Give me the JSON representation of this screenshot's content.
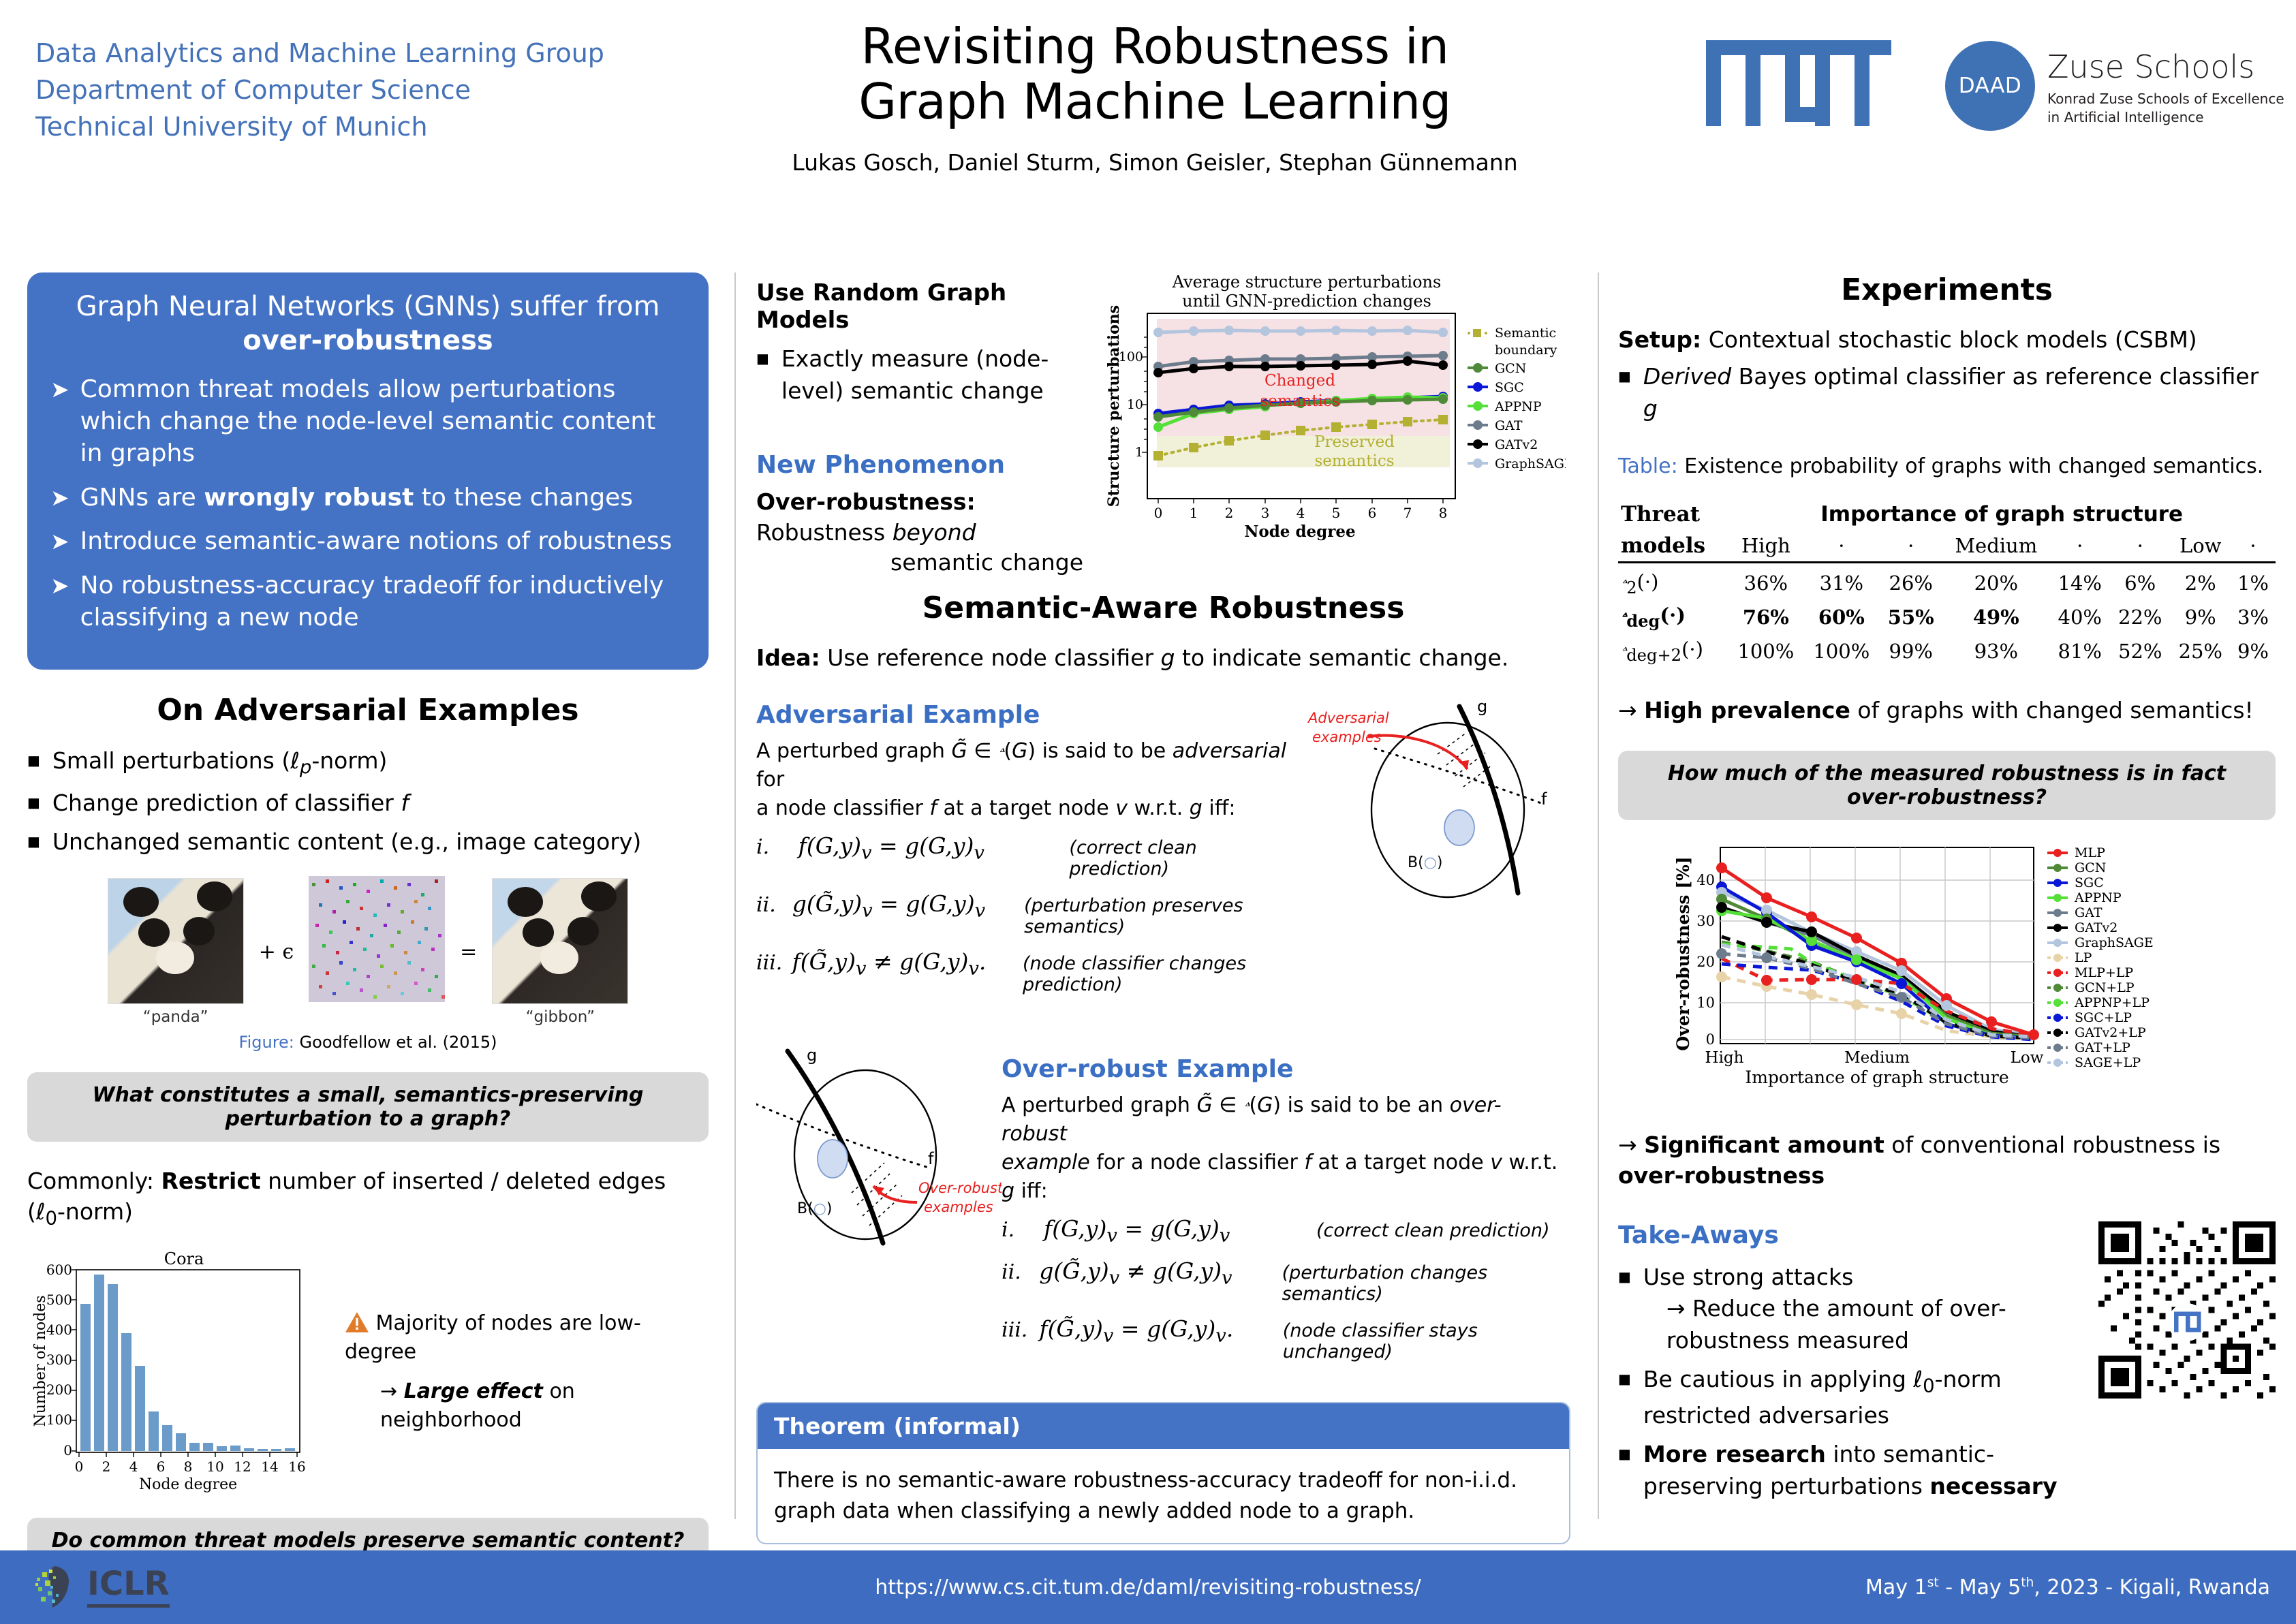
{
  "header": {
    "affiliation_lines": [
      "Data Analytics and Machine Learning Group",
      "Department of Computer Science",
      "Technical University of Munich"
    ],
    "title_line1": "Revisiting Robustness in",
    "title_line2": "Graph Machine Learning",
    "authors": "Lukas Gosch, Daniel Sturm, Simon Geisler, Stephan Günnemann",
    "tum_logo_alt": "TUM",
    "daad_label": "DAAD",
    "zuse_title": "Zuse Schools",
    "zuse_sub1": "Konrad Zuse Schools of Excellence",
    "zuse_sub2": "in Artificial Intelligence",
    "brand_blue": "#3e72b5"
  },
  "left": {
    "highlight": {
      "head_line1": "Graph Neural Networks (GNNs) suffer from",
      "head_emph": "over-robustness",
      "bullets": [
        {
          "pre": "Common threat models allow perturbations which change the node-level semantic content in graphs",
          "bold": "",
          "post": ""
        },
        {
          "pre": "GNNs are ",
          "bold": "wrongly robust",
          "post": " to these changes"
        },
        {
          "pre": "Introduce semantic-aware notions of robustness",
          "bold": "",
          "post": ""
        },
        {
          "pre": "No robustness-accuracy tradeoff for inductively classifying a new node",
          "bold": "",
          "post": ""
        }
      ],
      "bg_color": "#4472c4"
    },
    "section_title": "On Adversarial Examples",
    "adv_bullets": [
      "Small perturbations (ℓp-norm)",
      "Change prediction of classifier f",
      "Unchanged semantic content (e.g., image category)"
    ],
    "panda": {
      "label_left": "“panda”",
      "label_right": "“gibbon”",
      "op_plus": "+ ϵ",
      "op_eq": "=",
      "caption_label": "Figure:",
      "caption_text": " Goodfellow et al. (2015)"
    },
    "question_1": "What constitutes a small, semantics-preserving perturbation to a graph?",
    "restrict_pre": "Commonly: ",
    "restrict_bold": "Restrict",
    "restrict_post": " number of inserted / deleted edges (ℓ0-norm)",
    "warn_line1": "Majority of nodes are low-degree",
    "warn_line2_arrow": "→ ",
    "warn_line2_bold": "Large effect",
    "warn_line2_post": " on neighborhood",
    "question_2": "Do common threat models preserve semantic content?"
  },
  "mid": {
    "rgm_head": "Use Random Graph Models",
    "rgm_bullet": "Exactly measure (node-level) semantic change",
    "newphen_head": "New Phenomenon",
    "newphen_bold": "Over-robustness:",
    "newphen_rest": " Robustness ",
    "newphen_italic": "beyond",
    "newphen_tail": "semantic change",
    "section_title": "Semantic-Aware Robustness",
    "idea_bold": "Idea:",
    "idea_rest": " Use reference node classifier g to indicate semantic change.",
    "adv_head": "Adversarial Example",
    "adv_def_1": "A perturbed graph G̃ ∈ ℬ(G) is said to be adversarial for",
    "adv_def_2": "a node classifier f at a target node v w.r.t. g iff:",
    "adv_eqs": [
      {
        "n": "i.",
        "eq": "f(G,y)ᵥ = g(G,y)ᵥ",
        "note": "(correct clean prediction)"
      },
      {
        "n": "ii.",
        "eq": "g(G̃,y)ᵥ = g(G,y)ᵥ",
        "note": "(perturbation preserves semantics)"
      },
      {
        "n": "iii.",
        "eq": "f(G̃,y)ᵥ ≠ g(G,y)ᵥ.",
        "note": "(node classifier changes prediction)"
      }
    ],
    "adv_diagram": {
      "label_g": "g",
      "label_f": "f",
      "label_b": "B(○)",
      "annot": "Adversarial\nexamples"
    },
    "over_head": "Over-robust Example",
    "over_def_1": "A perturbed graph G̃ ∈ ℬ(G) is said to be an over-robust",
    "over_def_2": "example for a node classifier f at a target node v w.r.t. g iff:",
    "over_eqs": [
      {
        "n": "i.",
        "eq": "f(G,y)ᵥ = g(G,y)ᵥ",
        "note": "(correct clean prediction)"
      },
      {
        "n": "ii.",
        "eq": "g(G̃,y)ᵥ ≠ g(G,y)ᵥ",
        "note": "(perturbation changes semantics)"
      },
      {
        "n": "iii.",
        "eq": "f(G̃,y)ᵥ = g(G,y)ᵥ.",
        "note": "(node classifier stays unchanged)"
      }
    ],
    "over_diagram": {
      "label_g": "g",
      "label_f": "f",
      "label_b": "B(○)",
      "annot": "Over-robust\nexamples"
    },
    "theorem_head": "Theorem (informal)",
    "theorem_body": "There is no semantic-aware robustness-accuracy tradeoff for non-i.i.d. graph data when classifying a newly added node to a graph."
  },
  "right": {
    "section_title": "Experiments",
    "setup_bold": "Setup:",
    "setup_rest": " Contextual stochastic block models (CSBM)",
    "setup_bullet_italic": "Derived",
    "setup_bullet_rest": " Bayes optimal classifier as reference classifier g",
    "table_label": "Table:",
    "table_caption": " Existence probability of graphs with changed semantics.",
    "table": {
      "corner_line1": "Threat",
      "corner_line2": "models",
      "group_header": "Importance of graph structure",
      "col_headers": [
        "High",
        "·",
        "·",
        "Medium",
        "·",
        "·",
        "Low",
        "·"
      ],
      "rows": [
        {
          "label": "ℬ₂(·)",
          "values": [
            "36%",
            "31%",
            "26%",
            "20%",
            "14%",
            "6%",
            "2%",
            "1%"
          ],
          "bold": [
            false,
            false,
            false,
            false,
            false,
            false,
            false,
            false
          ]
        },
        {
          "label": "ℬ deg(·)",
          "values": [
            "76%",
            "60%",
            "55%",
            "49%",
            "40%",
            "22%",
            "9%",
            "3%"
          ],
          "bold": [
            true,
            true,
            true,
            true,
            false,
            false,
            false,
            false
          ]
        },
        {
          "label": "ℬ deg+2(·)",
          "values": [
            "100%",
            "100%",
            "99%",
            "93%",
            "81%",
            "52%",
            "25%",
            "9%"
          ],
          "bold": [
            false,
            false,
            false,
            false,
            false,
            false,
            false,
            false
          ]
        }
      ]
    },
    "finding_1_arrow": "→ ",
    "finding_1_bold": "High prevalence",
    "finding_1_rest": " of graphs with changed semantics!",
    "question": "How much of the measured robustness is in fact over-robustness?",
    "finding_2_arrow": "→ ",
    "finding_2_bold": "Significant amount",
    "finding_2_mid": " of conventional robustness is ",
    "finding_2_bold2": "over-robustness",
    "takeaways_head": "Take-Aways",
    "takeaways": [
      {
        "main": "Use strong attacks",
        "sub": "→ Reduce the amount of over-robustness measured",
        "bold_lead": ""
      },
      {
        "main": "Be cautious in applying ℓ0-norm restricted adversaries",
        "sub": "",
        "bold_lead": ""
      },
      {
        "main": " into semantic-preserving perturbations ",
        "sub": "",
        "bold_lead": "More research",
        "bold_tail": "necessary"
      }
    ],
    "qr_alt": "qr-code-tum"
  },
  "footer": {
    "url": "https://www.cs.cit.tum.de/daml/revisiting-robustness/",
    "date_pre": "May 1",
    "date_sup1": "st",
    "date_mid": " - May 5",
    "date_sup2": "th",
    "date_post": ", 2023 - Kigali, Rwanda",
    "logo_text": "ICLR",
    "bg_color": "#3e6cc0"
  },
  "chart_data": [
    {
      "id": "cora-degree-histogram",
      "type": "bar",
      "title": "Cora",
      "xlabel": "Node degree",
      "ylabel": "Number of nodes",
      "xlim": [
        0,
        16
      ],
      "ylim": [
        0,
        600
      ],
      "xticks": [
        0,
        2,
        4,
        6,
        8,
        10,
        12,
        14,
        16
      ],
      "yticks": [
        0,
        100,
        200,
        300,
        400,
        500,
        600
      ],
      "categories": [
        1,
        2,
        3,
        4,
        5,
        6,
        7,
        8,
        9,
        10,
        11,
        12,
        13,
        14,
        15,
        16
      ],
      "values": [
        487,
        585,
        553,
        390,
        282,
        131,
        85,
        59,
        26,
        27,
        16,
        19,
        8,
        7,
        6,
        9
      ],
      "bar_color": "#6b9bc8",
      "grid": false
    },
    {
      "id": "avg-structure-perturbations",
      "type": "line",
      "title": "Average structure perturbations until GNN-prediction changes",
      "xlabel": "Node degree",
      "ylabel": "Structure perturbations",
      "yscale": "log",
      "x": [
        0,
        1,
        2,
        3,
        4,
        5,
        6,
        7,
        8
      ],
      "xticks": [
        0,
        1,
        2,
        3,
        4,
        5,
        6,
        7,
        8
      ],
      "yticks": [
        1,
        10,
        100
      ],
      "ylim": [
        0.6,
        400
      ],
      "legend_position": "right",
      "annotations": [
        {
          "text": "Changed semantics",
          "color": "#e8201f",
          "region": "upper"
        },
        {
          "text": "Preserved semantics",
          "color": "#b3b032",
          "region": "lower"
        }
      ],
      "region_colors": {
        "changed": "#f6e1e4",
        "preserved": "#f1f0d9"
      },
      "series": [
        {
          "name": "Semantic boundary",
          "color": "#b3b032",
          "style": "dotted",
          "marker": "square",
          "values": [
            0.85,
            1.3,
            1.8,
            2.4,
            3.1,
            3.8,
            4.3,
            4.9,
            5.4
          ]
        },
        {
          "name": "GCN",
          "color": "#4f8a38",
          "style": "solid",
          "marker": "circle",
          "values": [
            5.0,
            6.2,
            7.6,
            8.6,
            9.6,
            10.6,
            11.2,
            11.7,
            12.0
          ]
        },
        {
          "name": "SGC",
          "color": "#0a17d6",
          "style": "solid",
          "marker": "circle",
          "values": [
            6.6,
            8.0,
            9.6,
            10.4,
            11.2,
            12.0,
            12.7,
            13.2,
            14.0
          ]
        },
        {
          "name": "APPNP",
          "color": "#54e038",
          "style": "solid",
          "marker": "circle",
          "values": [
            3.4,
            6.5,
            7.8,
            8.9,
            10.1,
            11.6,
            12.5,
            13.4,
            13.0
          ]
        },
        {
          "name": "GAT",
          "color": "#6d7c8c",
          "style": "solid",
          "marker": "circle",
          "values": [
            62,
            76,
            80,
            85,
            86,
            88,
            92,
            96,
            99
          ]
        },
        {
          "name": "GATv2",
          "color": "#000000",
          "style": "solid",
          "marker": "circle",
          "values": [
            46,
            57,
            62,
            62,
            63,
            65,
            67,
            76,
            66
          ]
        },
        {
          "name": "GraphSAGE",
          "color": "#b4c5de",
          "style": "solid",
          "marker": "circle",
          "values": [
            175,
            180,
            185,
            180,
            180,
            185,
            183,
            186,
            177
          ]
        }
      ]
    },
    {
      "id": "over-robustness-vs-structure-importance",
      "type": "line",
      "title": "",
      "xlabel": "Importance of graph structure",
      "ylabel": "Over-robustness [%]",
      "xticks": [
        "High",
        "Medium",
        "Low"
      ],
      "yticks": [
        0,
        10,
        20,
        30,
        40
      ],
      "ylim": [
        -2,
        46
      ],
      "x": [
        0,
        1,
        2,
        3,
        4,
        5,
        6,
        7
      ],
      "grid": true,
      "legend_position": "right",
      "series": [
        {
          "name": "MLP",
          "color": "#e8201f",
          "style": "solid",
          "values": [
            43.0,
            35.5,
            30.7,
            25.5,
            19.2,
            10.2,
            4.5,
            1.2
          ]
        },
        {
          "name": "GCN",
          "color": "#4f8a38",
          "style": "solid",
          "values": [
            35.2,
            30.2,
            24.6,
            19.6,
            15.3,
            6.0,
            1.5,
            0.6
          ]
        },
        {
          "name": "SGC",
          "color": "#0a17d6",
          "style": "solid",
          "values": [
            38.2,
            31.8,
            23.5,
            19.5,
            14.0,
            4.0,
            1.0,
            0.3
          ]
        },
        {
          "name": "APPNP",
          "color": "#54e038",
          "style": "solid",
          "values": [
            32.2,
            30.5,
            24.8,
            20.0,
            15.2,
            5.2,
            1.0,
            0.5
          ]
        },
        {
          "name": "GAT",
          "color": "#6d7c8c",
          "style": "solid",
          "values": [
            33.2,
            29.4,
            26.2,
            20.3,
            15.8,
            6.0,
            1.6,
            0.8
          ]
        },
        {
          "name": "GATv2",
          "color": "#000000",
          "style": "solid",
          "values": [
            33.2,
            29.4,
            27.0,
            21.0,
            16.0,
            7.0,
            2.0,
            0.6
          ]
        },
        {
          "name": "GraphSAGE",
          "color": "#b4c5de",
          "style": "solid",
          "values": [
            36.8,
            32.4,
            26.8,
            22.0,
            17.3,
            8.5,
            2.5,
            1.0
          ]
        },
        {
          "name": "LP",
          "color": "#e8d3a9",
          "style": "dashed",
          "values": [
            15.7,
            13.3,
            11.2,
            8.7,
            6.5,
            2.3,
            0.6,
            0.2
          ]
        },
        {
          "name": "MLP+LP",
          "color": "#e8201f",
          "style": "dashed",
          "values": [
            20.3,
            14.8,
            15.1,
            15.0,
            14.0,
            7.2,
            2.8,
            1.1
          ]
        },
        {
          "name": "GCN+LP",
          "color": "#4f8a38",
          "style": "dashed",
          "values": [
            24.5,
            22.3,
            19.5,
            15.0,
            11.0,
            4.5,
            1.0,
            0.4
          ]
        },
        {
          "name": "APPNP+LP",
          "color": "#54e038",
          "style": "dashed",
          "values": [
            24.0,
            22.8,
            19.3,
            14.8,
            11.0,
            4.3,
            0.9,
            0.4
          ]
        },
        {
          "name": "SGC+LP",
          "color": "#0a17d6",
          "style": "dashed",
          "values": [
            19.0,
            18.2,
            17.5,
            14.2,
            9.5,
            3.5,
            0.7,
            0.0
          ]
        },
        {
          "name": "GATv2+LP",
          "color": "#000000",
          "style": "dashed",
          "values": [
            25.8,
            22.0,
            18.7,
            14.5,
            11.5,
            4.3,
            0.9,
            0.4
          ]
        },
        {
          "name": "GAT+LP",
          "color": "#6d7c8c",
          "style": "dashed",
          "values": [
            21.5,
            20.5,
            17.8,
            14.0,
            10.6,
            4.0,
            0.9,
            0.4
          ]
        },
        {
          "name": "SAGE+LP",
          "color": "#b4c5de",
          "style": "dashed",
          "values": [
            23.8,
            20.8,
            18.3,
            15.5,
            12.0,
            5.0,
            1.2,
            0.7
          ]
        }
      ]
    }
  ]
}
